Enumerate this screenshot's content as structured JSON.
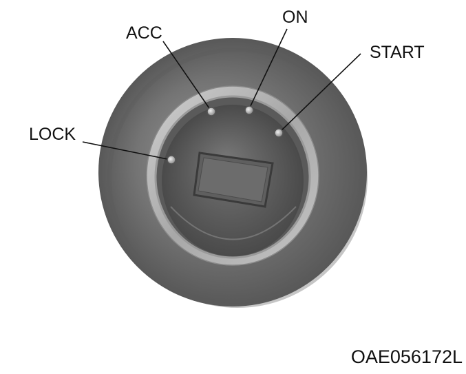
{
  "positions": {
    "lock": "LOCK",
    "acc": "ACC",
    "on": "ON",
    "start": "START"
  },
  "figure_code": "OAE056172L"
}
